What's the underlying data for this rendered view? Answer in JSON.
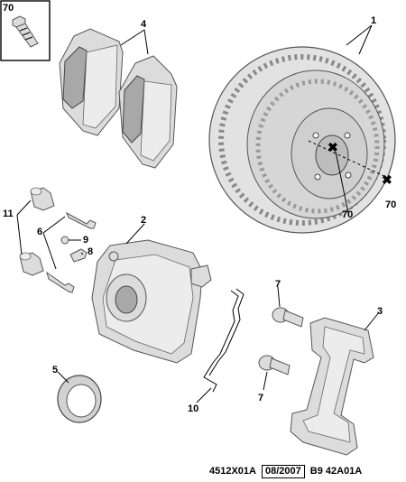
{
  "callouts": {
    "c70_inset": "70",
    "c4": "4",
    "c1": "1",
    "c70_left": "70",
    "c70_right": "70",
    "c11": "11",
    "c2": "2",
    "c6": "6",
    "c9": "9",
    "c8": "8",
    "c7_top": "7",
    "c3": "3",
    "c5": "5",
    "c10": "10",
    "c7_bottom": "7"
  },
  "footer": {
    "ref_code": "4512X01A",
    "date": "08/2007",
    "vehicle_code": "B9 42A01A"
  }
}
